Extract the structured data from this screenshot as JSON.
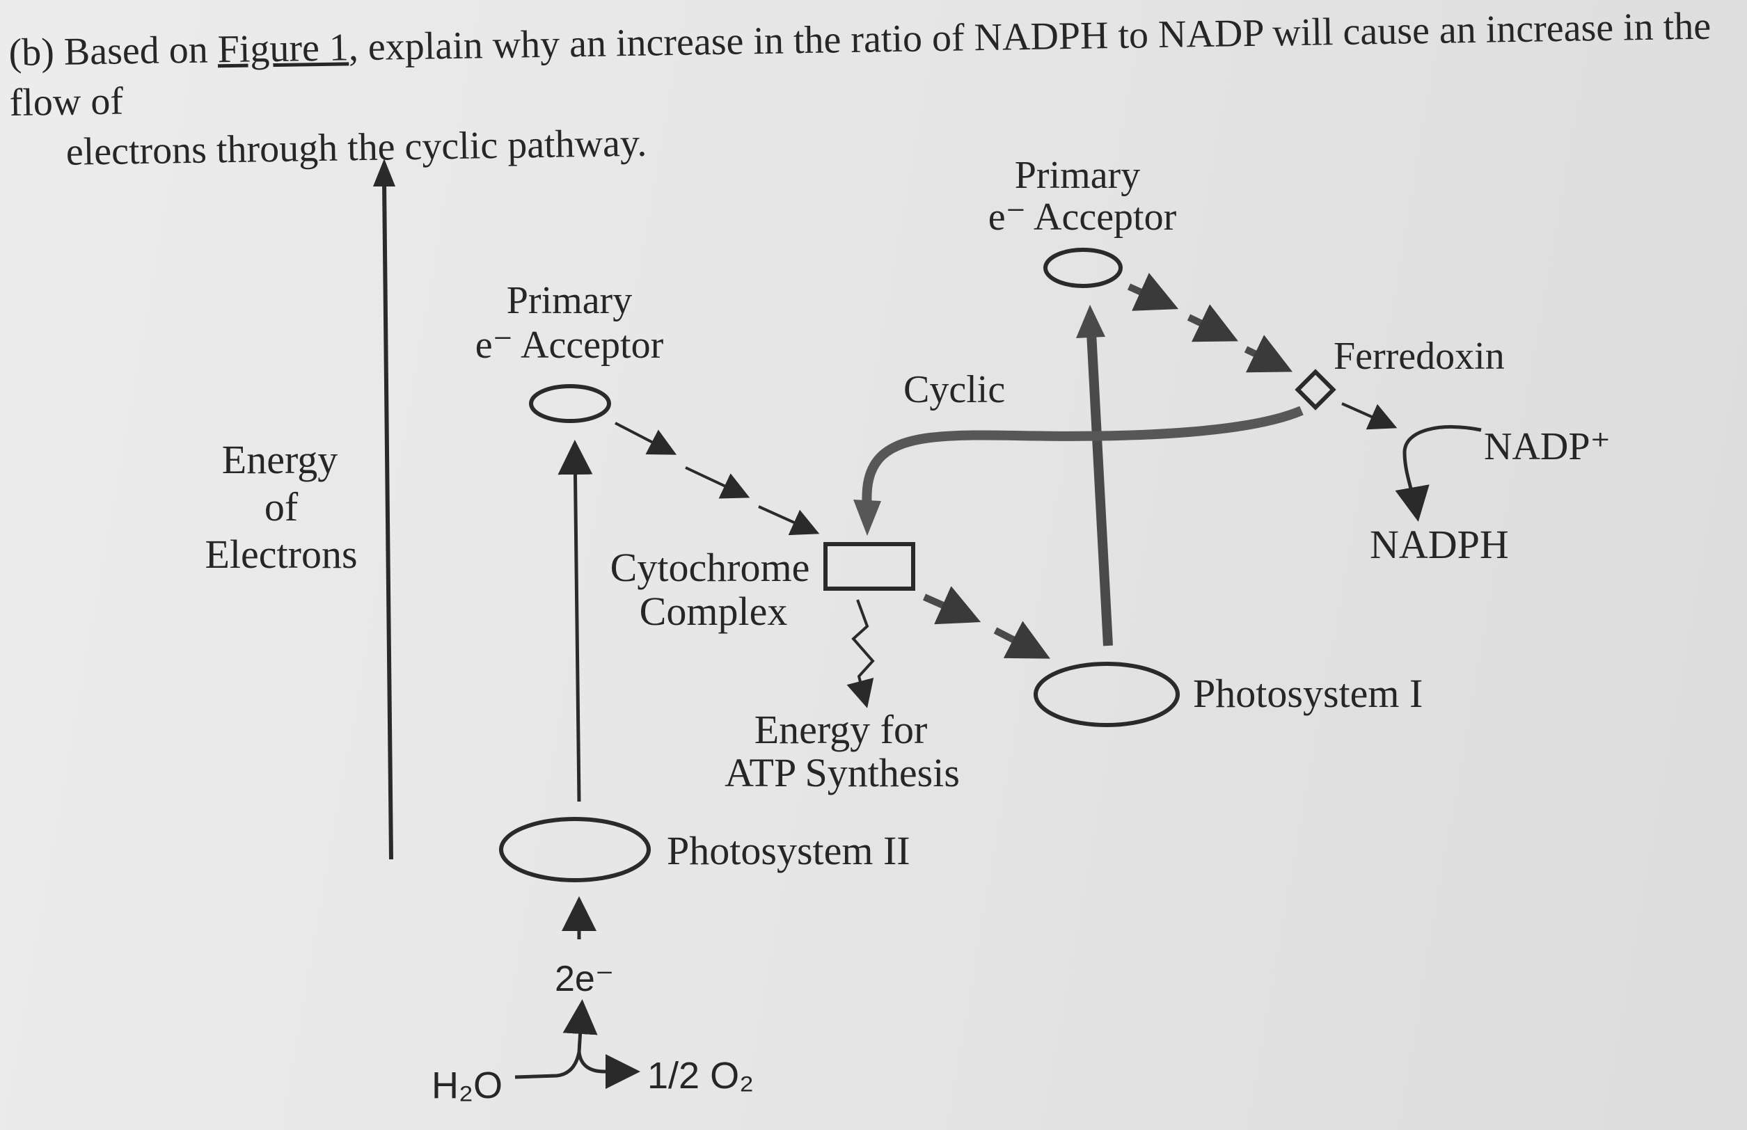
{
  "question": {
    "prefix": "(b) Based on ",
    "figure_ref": "Figure 1",
    "text1": ", explain why an increase in the ratio of NADPH to NADP will cause an increase in the flow of",
    "text2": "electrons through the cyclic pathway."
  },
  "diagram": {
    "axis_label": [
      "Energy",
      "of",
      "Electrons"
    ],
    "ps2_acceptor": [
      "Primary",
      "e⁻ Acceptor"
    ],
    "ps1_acceptor": [
      "Primary",
      "e⁻ Acceptor"
    ],
    "cyclic_label": "Cyclic",
    "ferredoxin_label": "Ferredoxin",
    "nadp_plus": "NADP⁺",
    "nadph": "NADPH",
    "cytochrome": [
      "Cytochrome",
      "Complex"
    ],
    "energy_atp": [
      "Energy for",
      "ATP Synthesis"
    ],
    "photosystem_1": "Photosystem I",
    "photosystem_2": "Photosystem II",
    "electrons": "2e⁻",
    "water": "H₂O",
    "oxygen": "1/2 O₂"
  }
}
